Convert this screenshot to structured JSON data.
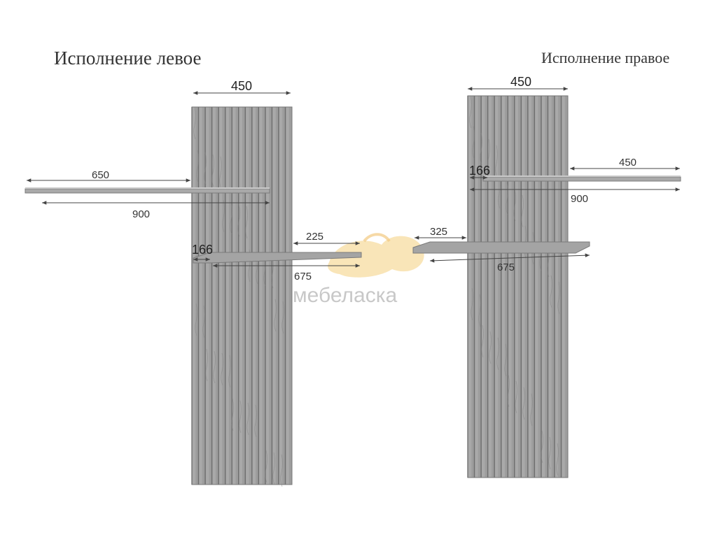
{
  "titles": {
    "left": "Исполнение левое",
    "right": "Исполнение правое"
  },
  "dimensions": {
    "left": {
      "panel_width": "450",
      "top_shelf_left": "650",
      "top_shelf_total": "900",
      "lower_shelf_overhang": "225",
      "lower_shelf_depth": "166",
      "lower_shelf_total": "675"
    },
    "right": {
      "panel_width": "450",
      "top_shelf_depth": "166",
      "top_shelf_right": "450",
      "top_shelf_total": "900",
      "lower_shelf_overhang": "325",
      "lower_shelf_total": "675"
    }
  },
  "watermark": {
    "text": "мебеласка",
    "colors": {
      "logo": "#f7dca0",
      "text": "#c8c8c8"
    }
  },
  "colors": {
    "panel": "#9d9d9d",
    "panel_slat_dark": "#6e6e6e",
    "panel_slat_light": "#b8b8b8",
    "shelf": "#a4a4a4",
    "shelf_edge": "#7a7a7a",
    "dimension_line": "#444444"
  }
}
